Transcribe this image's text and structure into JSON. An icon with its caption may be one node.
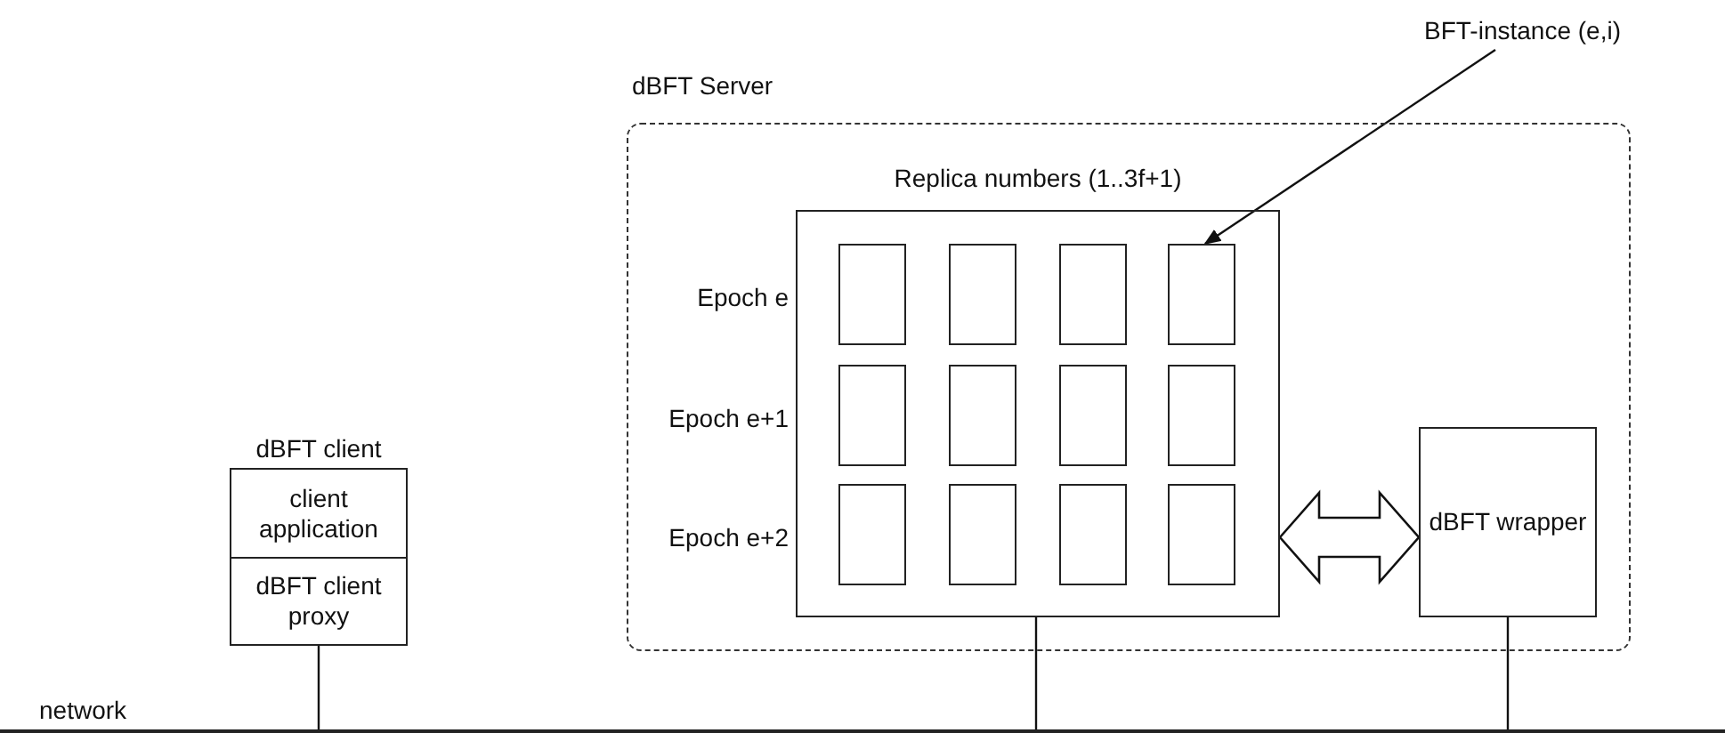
{
  "diagram": {
    "nodes": [
      {
        "text": [
          "dBFT client"
        ]
      },
      {
        "text": [
          "client application"
        ],
        "in": 0
      },
      {
        "text": [
          "dBFT client proxy"
        ],
        "in": 0
      },
      {
        "text": [
          "dBFT Server"
        ]
      },
      {
        "text": [
          "Replica numbers (1..3f+1)"
        ],
        "in": 3,
        "beside": [
          "Epoch e",
          "Epoch e+1",
          "Epoch e+2"
        ]
      },
      {
        "text": [],
        "shape": "box",
        "in": 4
      },
      {
        "text": [],
        "shape": "box",
        "in": 4
      },
      {
        "text": [],
        "shape": "box",
        "in": 4
      },
      {
        "text": [],
        "shape": "box",
        "in": 4
      },
      {
        "text": [],
        "shape": "box",
        "in": 4
      },
      {
        "text": [],
        "shape": "box",
        "in": 4
      },
      {
        "text": [],
        "shape": "box",
        "in": 4
      },
      {
        "text": [],
        "shape": "box",
        "in": 4
      },
      {
        "text": [],
        "shape": "box",
        "in": 4
      },
      {
        "text": [],
        "shape": "box",
        "in": 4
      },
      {
        "text": [],
        "shape": "box",
        "in": 4
      },
      {
        "text": [],
        "shape": "box",
        "in": 4
      },
      {
        "text": [
          "dBFT wrapper"
        ],
        "in": 3
      },
      {
        "text": [
          "network"
        ]
      },
      {
        "text": [
          "BFT-instance (e,i)"
        ]
      }
    ],
    "edges": [
      {
        "from": 19,
        "to": 8,
        "arrow": "to"
      },
      {
        "from": 4,
        "to": 17,
        "arrow": "both",
        "style": "thick"
      },
      {
        "from": 2,
        "to": 18,
        "arrow": "none"
      },
      {
        "from": 4,
        "to": 18,
        "arrow": "none"
      },
      {
        "from": 17,
        "to": 18,
        "arrow": "none"
      }
    ]
  }
}
